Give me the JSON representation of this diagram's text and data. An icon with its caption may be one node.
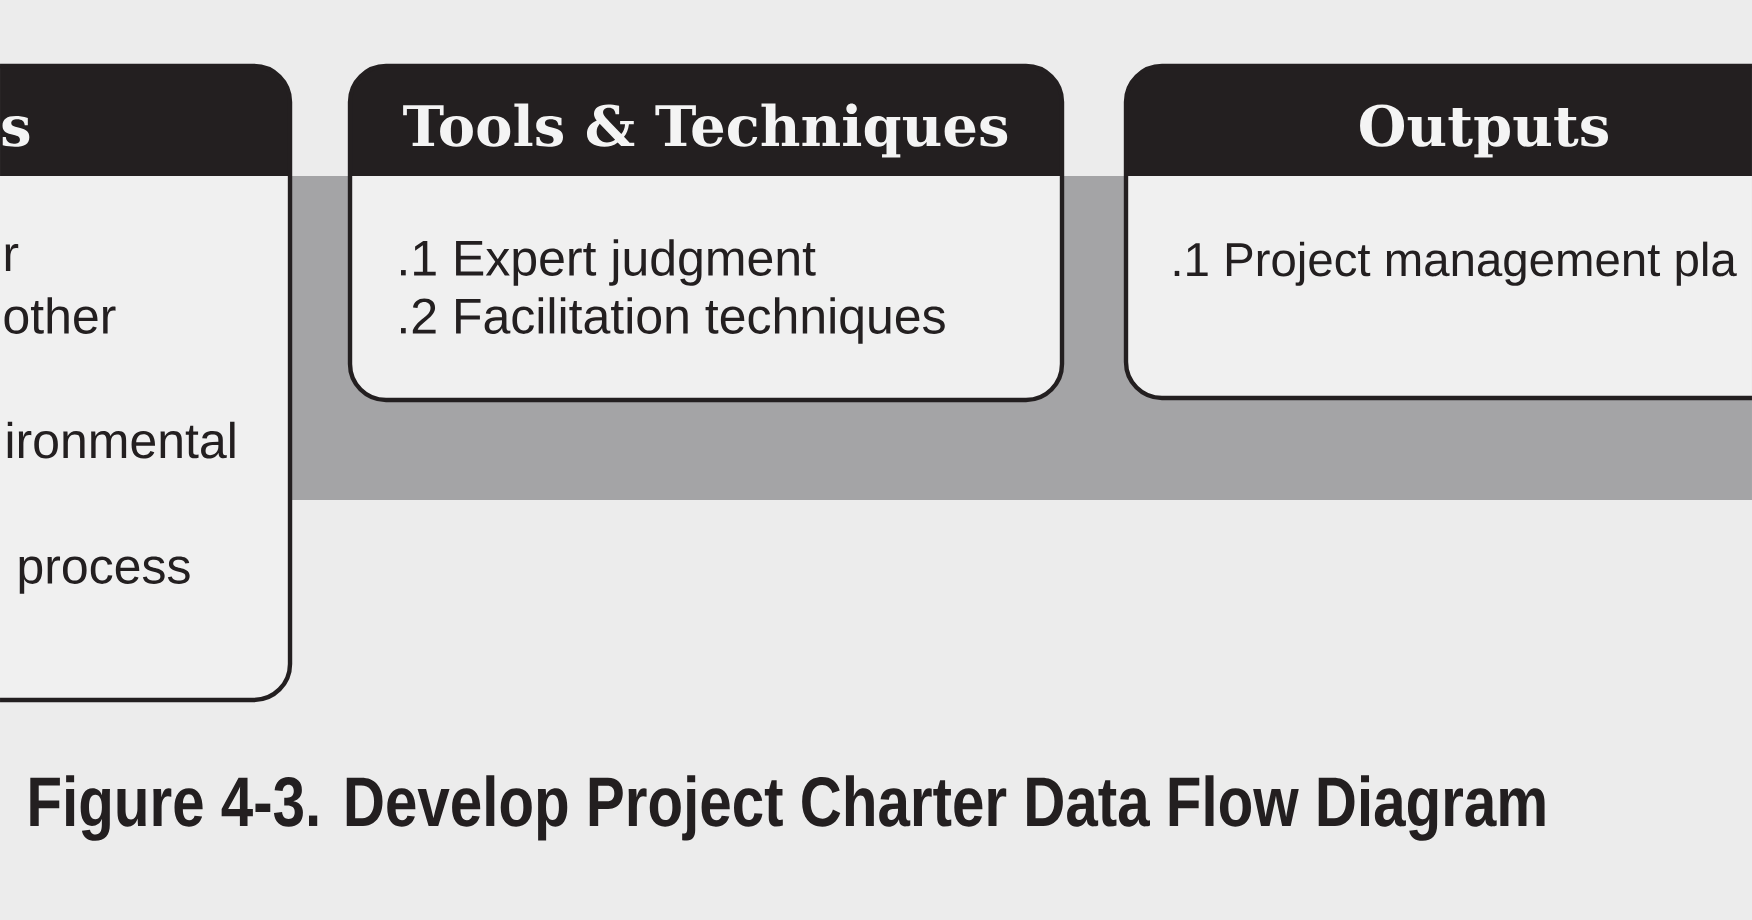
{
  "diagram": {
    "caption": "Figure 4-3. Develop Project Charter Data Flow Diagram",
    "nodes": [
      {
        "text": [
          "s",
          "r",
          "other",
          "ironmental",
          "process"
        ]
      },
      {
        "text": [
          "Tools & Techniques",
          ".1 Expert judgment",
          ".2 Facilitation techniques"
        ]
      },
      {
        "text": [
          "Outputs",
          ".1 Project management pla"
        ]
      }
    ]
  }
}
